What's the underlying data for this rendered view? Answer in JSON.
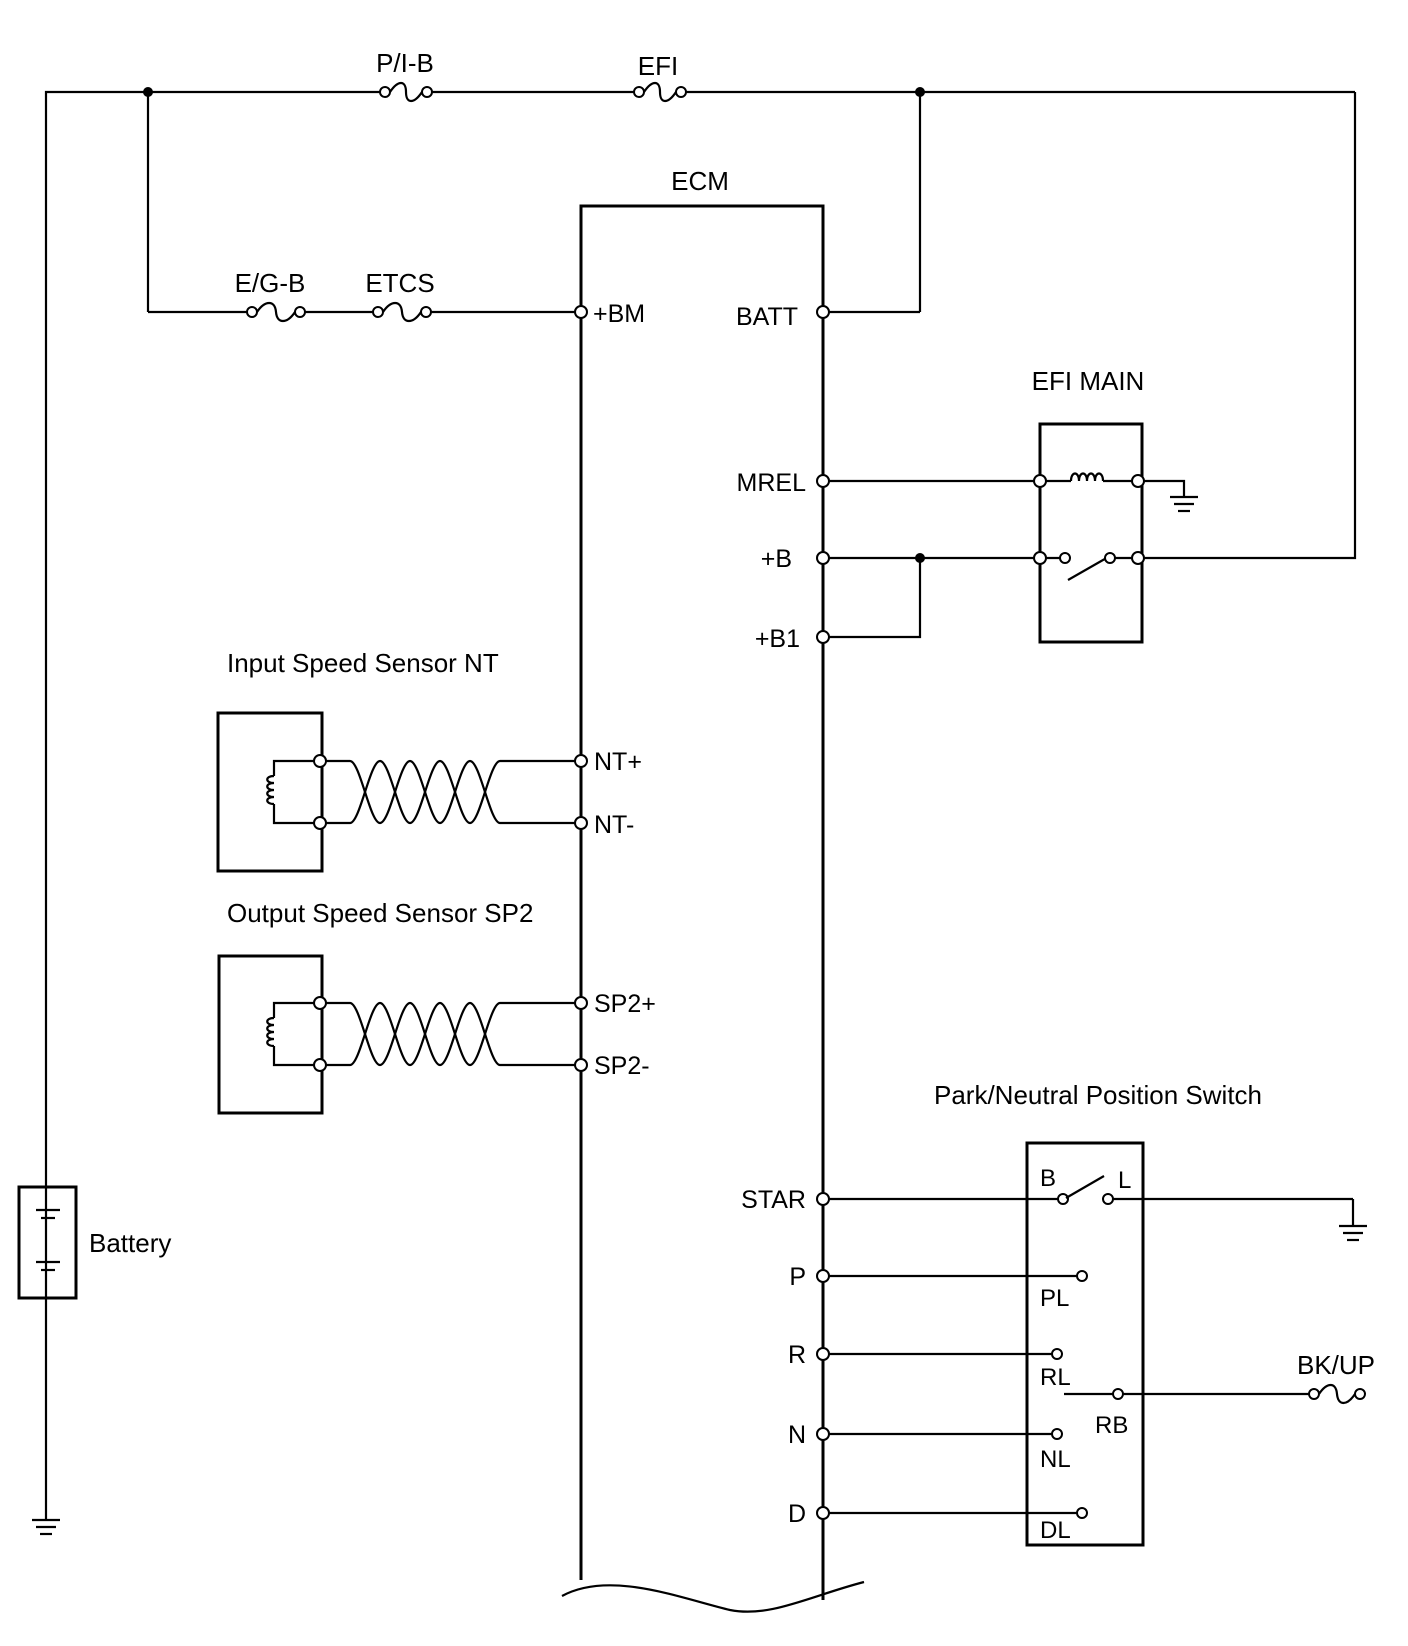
{
  "fuses": {
    "pib": "P/I-B",
    "efi": "EFI",
    "egb": "E/G-B",
    "etcs": "ETCS",
    "bkup": "BK/UP"
  },
  "ecm": {
    "title": "ECM",
    "pins": {
      "bm": "+BM",
      "batt": "BATT",
      "mrel": "MREL",
      "b": "+B",
      "b1": "+B1",
      "ntp": "NT+",
      "ntm": "NT-",
      "sp2p": "SP2+",
      "sp2m": "SP2-",
      "star": "STAR",
      "p": "P",
      "r": "R",
      "n": "N",
      "d": "D"
    }
  },
  "relay": {
    "title": "EFI MAIN"
  },
  "input_sensor": {
    "title": "Input Speed Sensor NT"
  },
  "output_sensor": {
    "title": "Output Speed Sensor SP2"
  },
  "battery": {
    "label": "Battery"
  },
  "pnp_switch": {
    "title": "Park/Neutral Position Switch",
    "pins": {
      "b": "B",
      "l": "L",
      "pl": "PL",
      "rl": "RL",
      "rb": "RB",
      "nl": "NL",
      "dl": "DL"
    }
  }
}
